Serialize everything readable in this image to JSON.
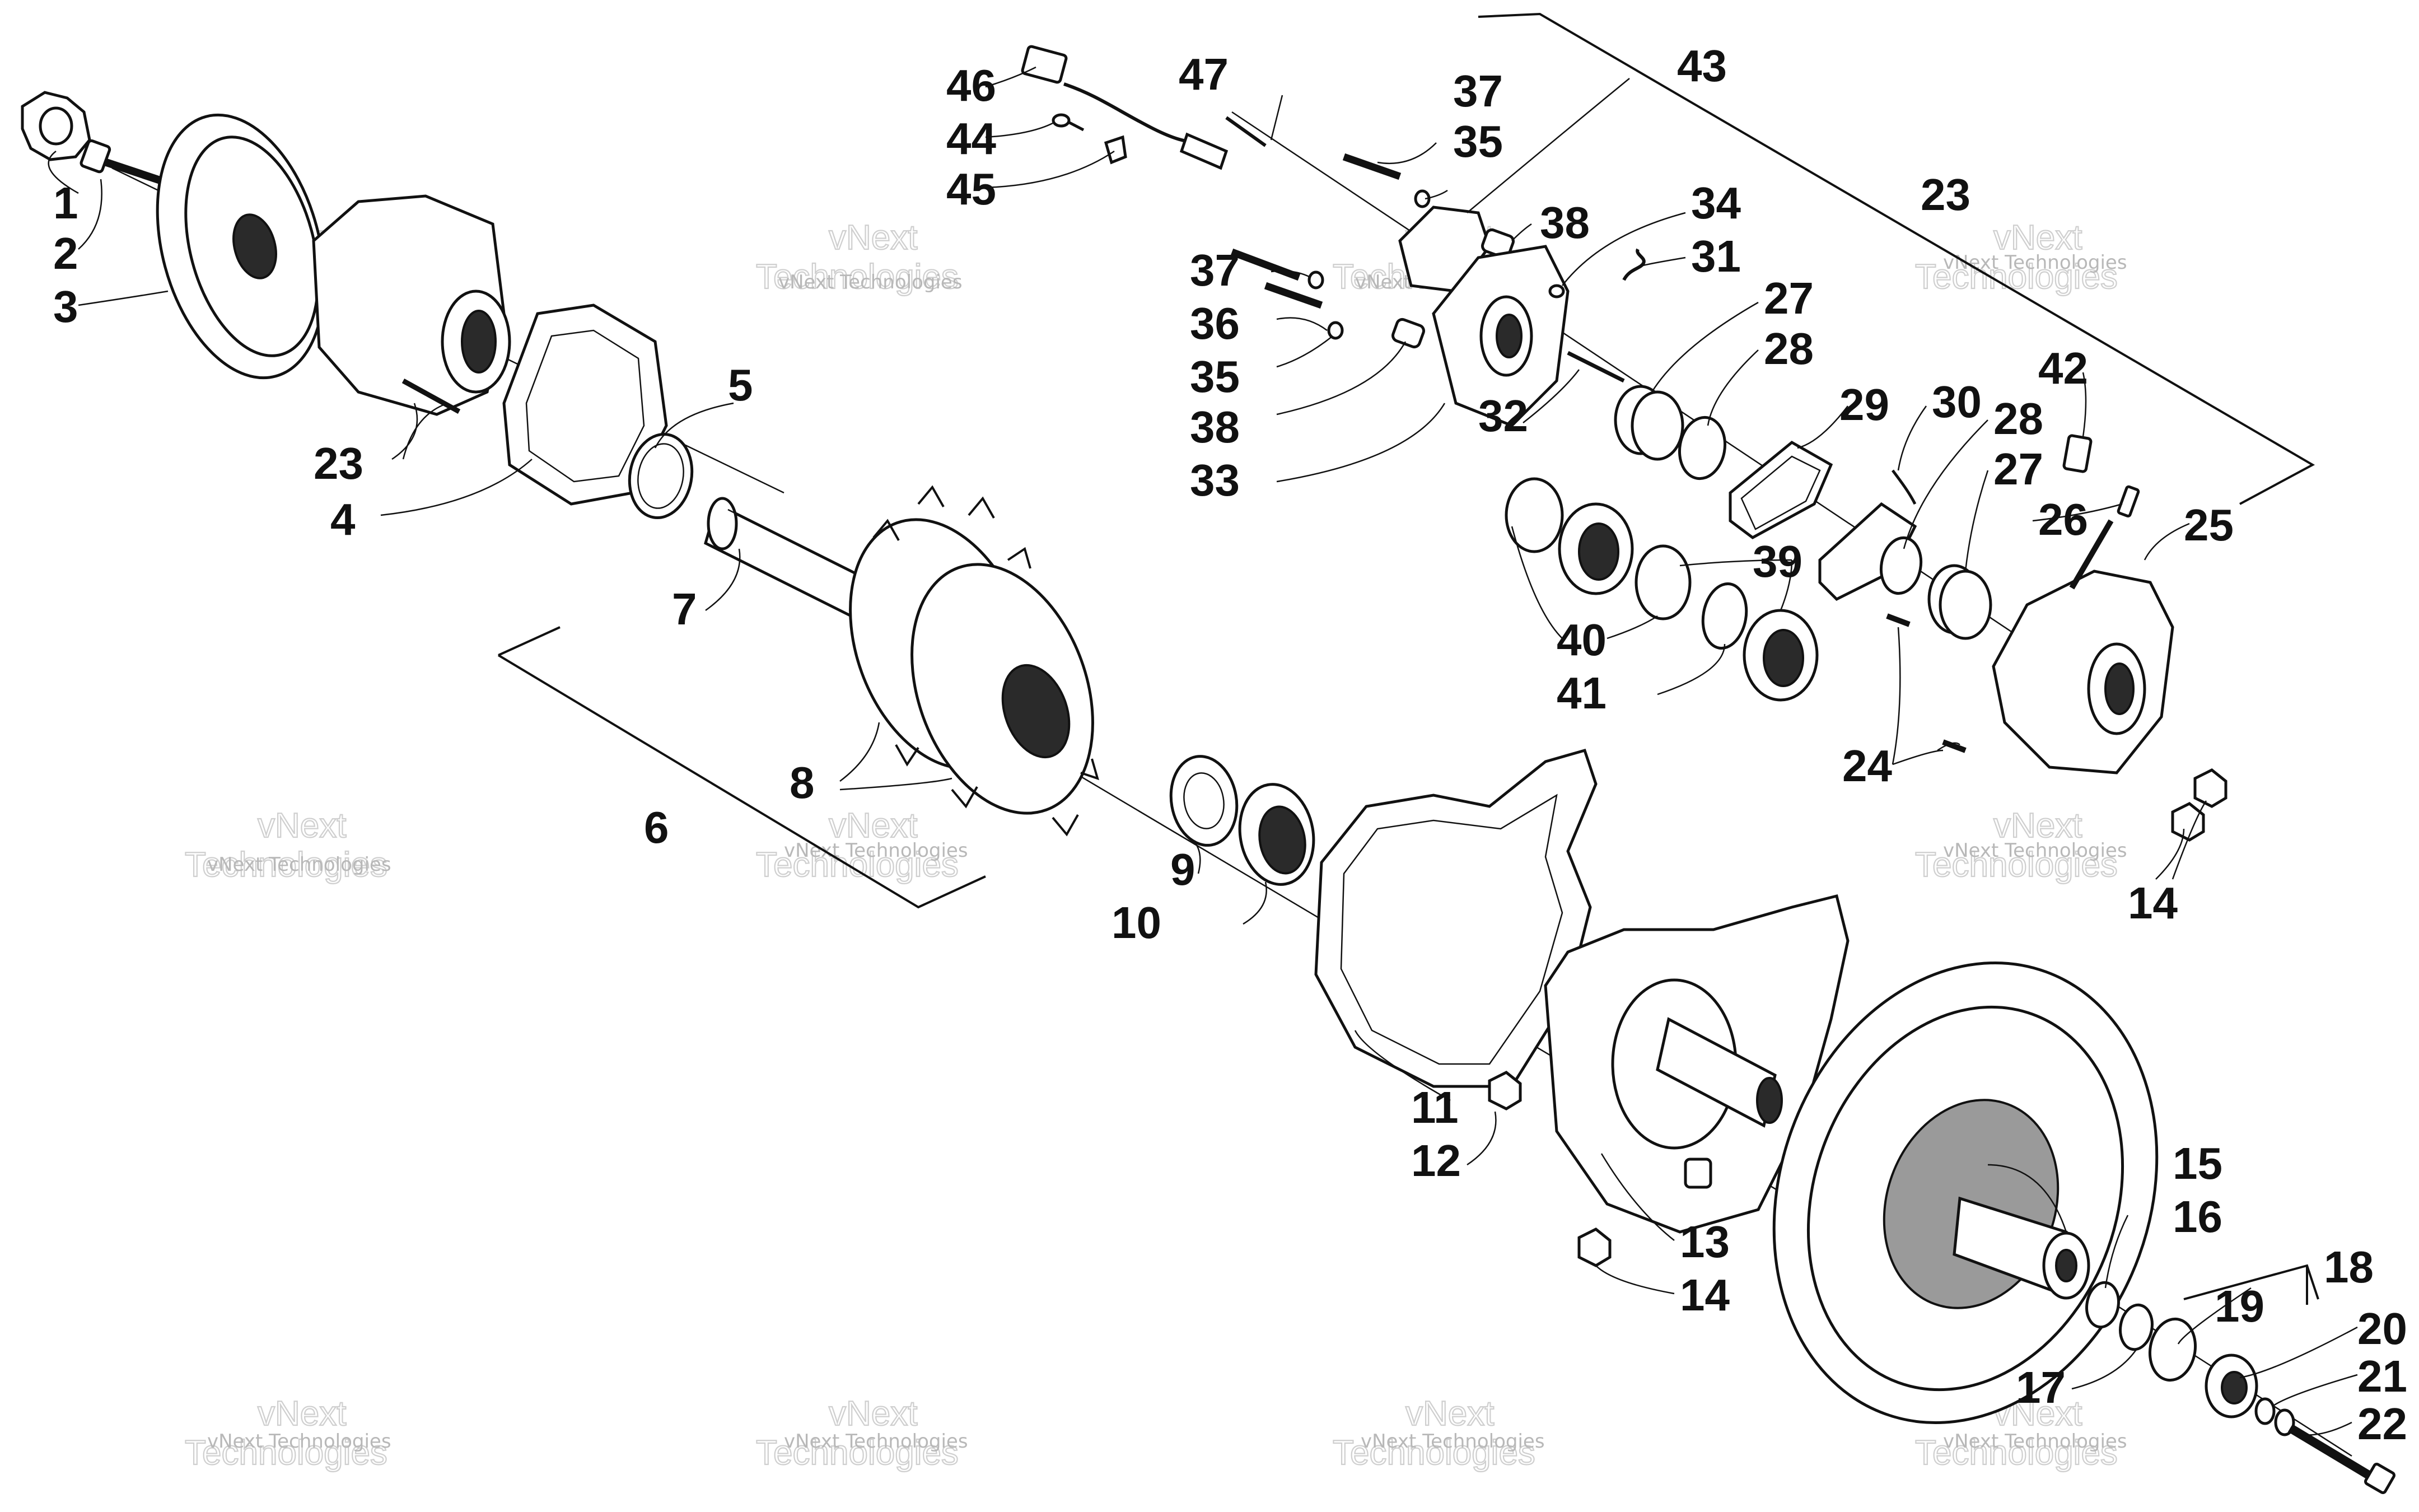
{
  "diagram": {
    "watermark": {
      "line1": "vNext",
      "line2": "Technologies",
      "small": "vNext Technologies"
    },
    "labels": {
      "p1": "1",
      "p2": "2",
      "p3": "3",
      "p4": "4",
      "p5": "5",
      "p6": "6",
      "p7": "7",
      "p8": "8",
      "p9": "9",
      "p10": "10",
      "p11": "11",
      "p12": "12",
      "p13": "13",
      "p14a": "14",
      "p14b": "14",
      "p15": "15",
      "p16": "16",
      "p17": "17",
      "p18": "18",
      "p19": "19",
      "p20": "20",
      "p21": "21",
      "p22": "22",
      "p23a": "23",
      "p23b": "23",
      "p24": "24",
      "p25": "25",
      "p26": "26",
      "p27a": "27",
      "p27b": "27",
      "p28a": "28",
      "p28b": "28",
      "p29": "29",
      "p30": "30",
      "p31": "31",
      "p32": "32",
      "p33": "33",
      "p34": "34",
      "p35a": "35",
      "p35b": "35",
      "p36": "36",
      "p37a": "37",
      "p37b": "37",
      "p38a": "38",
      "p38b": "38",
      "p39": "39",
      "p40": "40",
      "p41": "41",
      "p42": "42",
      "p43": "43",
      "p44": "44",
      "p45": "45",
      "p46": "46",
      "p47": "47"
    }
  }
}
